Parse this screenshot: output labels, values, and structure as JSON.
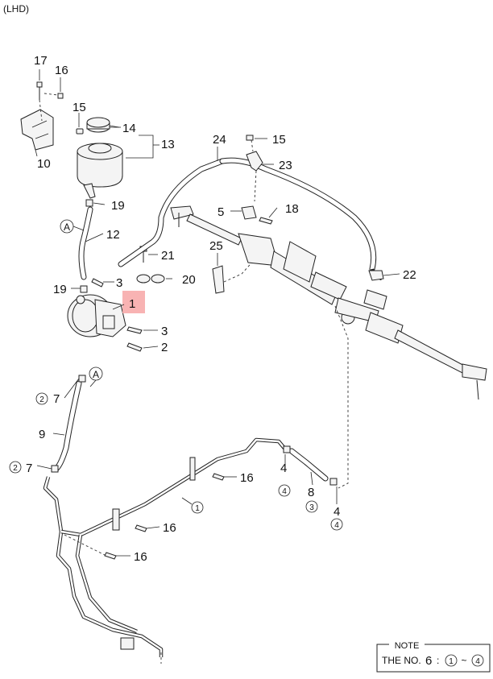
{
  "header": {
    "variant": "(LHD)"
  },
  "callouts": {
    "c17": "17",
    "c16a": "16",
    "c15a": "15",
    "c14": "14",
    "c13": "13",
    "c10": "10",
    "c19a": "19",
    "c12": "12",
    "c21": "21",
    "c20": "20",
    "c3a": "3",
    "c19b": "19",
    "c1": "1",
    "c3b": "3",
    "c2": "2",
    "c24": "24",
    "c15b": "15",
    "c23": "23",
    "c5": "5",
    "c18": "18",
    "c25": "25",
    "c22": "22",
    "c7a": "7",
    "c7a_ref": "2",
    "c9": "9",
    "c7b": "7",
    "c7b_ref": "2",
    "c16b": "16",
    "c16c": "16",
    "c16d": "16",
    "c1_circle": "1",
    "c4a": "4",
    "c4a_ref": "4",
    "c8": "8",
    "c8_ref": "3",
    "c4b": "4",
    "c4b_ref": "4",
    "refA_top": "A",
    "refA_bottom": "A"
  },
  "highlight_color": "#f7a6a6",
  "note": {
    "title": "NOTE",
    "prefix": "THE NO.",
    "number": "6",
    "separator": ":",
    "from_ref": "1",
    "range_sep": "~",
    "to_ref": "4"
  }
}
